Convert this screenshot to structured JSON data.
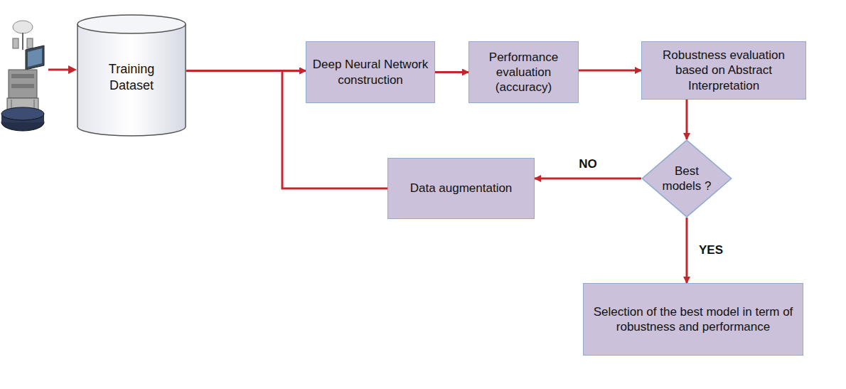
{
  "diagram": {
    "nodes": [
      {
        "text": [
          "Training Dataset"
        ]
      },
      {
        "text": [
          "Deep Neural Network construction"
        ]
      },
      {
        "text": [
          "Performance evaluation (accuracy)"
        ]
      },
      {
        "text": [
          "Robustness evaluation based on Abstract Interpretation"
        ]
      },
      {
        "text": [
          "Best models ?"
        ]
      },
      {
        "text": [
          "Data augmentation"
        ]
      },
      {
        "text": [
          "Selection of the best model in term of robustness and performance"
        ]
      }
    ],
    "edges": [
      {
        "from": 0,
        "to": 1,
        "arrow": "to"
      },
      {
        "from": 1,
        "to": 2,
        "arrow": "to"
      },
      {
        "from": 2,
        "to": 3,
        "arrow": "to"
      },
      {
        "from": 3,
        "to": 4,
        "arrow": "to"
      },
      {
        "from": 4,
        "to": 5,
        "label": "NO",
        "arrow": "to"
      },
      {
        "from": 5,
        "to": 1,
        "arrow": "to"
      },
      {
        "from": 4,
        "to": 6,
        "label": "YES",
        "arrow": "to"
      }
    ]
  }
}
